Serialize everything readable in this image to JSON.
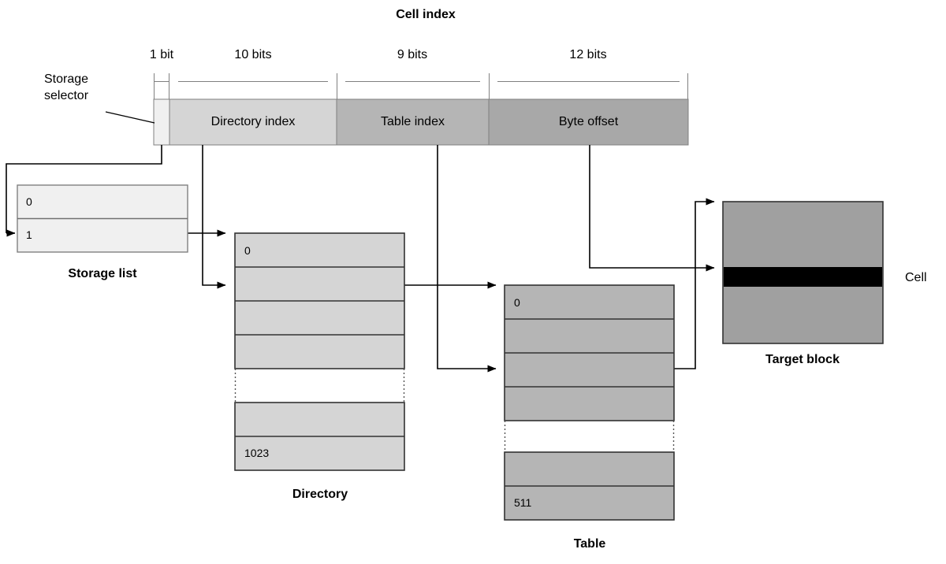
{
  "title": "Cell index",
  "bitfield": {
    "bit_labels": [
      "1 bit",
      "10 bits",
      "9 bits",
      "12 bits"
    ],
    "fields": [
      {
        "name": "storage-selector-field",
        "label": "",
        "bits": "1 bit",
        "color": "#f0f0f0"
      },
      {
        "name": "directory-index-field",
        "label": "Directory index",
        "bits": "10 bits",
        "color": "#d5d5d5"
      },
      {
        "name": "table-index-field",
        "label": "Table index",
        "bits": "9 bits",
        "color": "#b5b5b5"
      },
      {
        "name": "byte-offset-field",
        "label": "Byte offset",
        "bits": "12 bits",
        "color": "#a8a8a8"
      }
    ]
  },
  "callouts": {
    "storage_selector": "Storage\nselector",
    "cell": "Cell"
  },
  "storage_list": {
    "caption": "Storage list",
    "rows": [
      "0",
      "1"
    ],
    "fill": "#f0f0f0"
  },
  "directory": {
    "caption": "Directory",
    "rows_top": [
      "0",
      "",
      "",
      ""
    ],
    "rows_bottom": [
      "",
      "1023"
    ],
    "fill": "#d5d5d5"
  },
  "table": {
    "caption": "Table",
    "rows_top": [
      "0",
      "",
      "",
      ""
    ],
    "rows_bottom": [
      "",
      "511"
    ],
    "fill": "#b5b5b5"
  },
  "target_block": {
    "caption": "Target block",
    "fill": "#a0a0a0",
    "cell_fill": "#000000"
  },
  "colors": {
    "stroke": "#000000",
    "light_stroke": "#808080",
    "background": "#ffffff"
  }
}
